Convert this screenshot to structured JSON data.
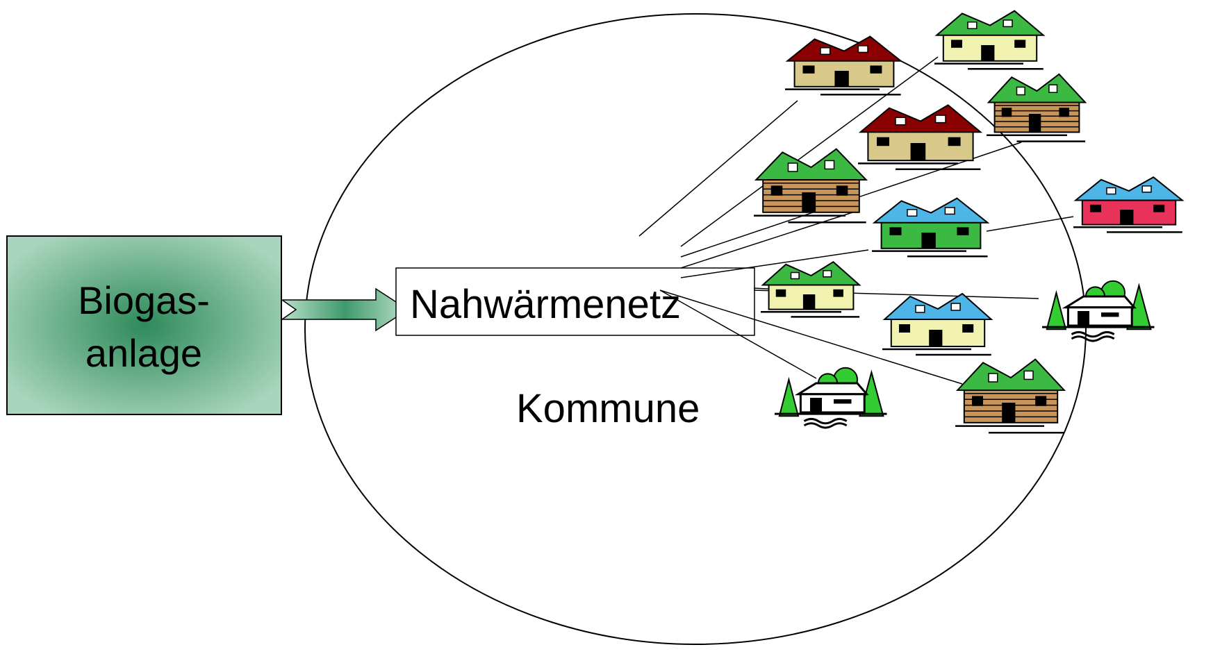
{
  "biogas": {
    "line1": "Biogas-",
    "line2": "anlage"
  },
  "network": {
    "label": "Nahwärmenetz"
  },
  "community": {
    "label": "Kommune"
  },
  "houses": [
    {
      "icon": "townhouse-icon",
      "roof": "#8b0000",
      "wall": "#d8c98a"
    },
    {
      "icon": "duplex-house-icon",
      "roof": "#3cb943",
      "wall": "#f2f2b0"
    },
    {
      "icon": "log-cabin-icon",
      "roof": "#3cb943",
      "wall": "#c8955a"
    },
    {
      "icon": "chalet-house-icon",
      "roof": "#8b0000",
      "wall": "#d8c98a"
    },
    {
      "icon": "log-cabin-icon",
      "roof": "#3cb943",
      "wall": "#c8955a"
    },
    {
      "icon": "bungalow-house-icon",
      "roof": "#4db6e6",
      "wall": "#3cb943"
    },
    {
      "icon": "red-house-icon",
      "roof": "#4db6e6",
      "wall": "#e8325a"
    },
    {
      "icon": "duplex-house-icon",
      "roof": "#3cb943",
      "wall": "#f2f2b0"
    },
    {
      "icon": "lakeside-house-icon",
      "roof": "#ffffff",
      "wall": "#ffffff"
    },
    {
      "icon": "townhouse-icon",
      "roof": "#4db6e6",
      "wall": "#f2f2b0"
    },
    {
      "icon": "lakeside-house-icon",
      "roof": "#ffffff",
      "wall": "#ffffff"
    },
    {
      "icon": "log-cabin-icon",
      "roof": "#3cb943",
      "wall": "#c8955a"
    }
  ],
  "colors": {
    "biogas_box": "#a8d5bd",
    "arrow": "#3e9a6c",
    "tree": "#33cc33"
  }
}
